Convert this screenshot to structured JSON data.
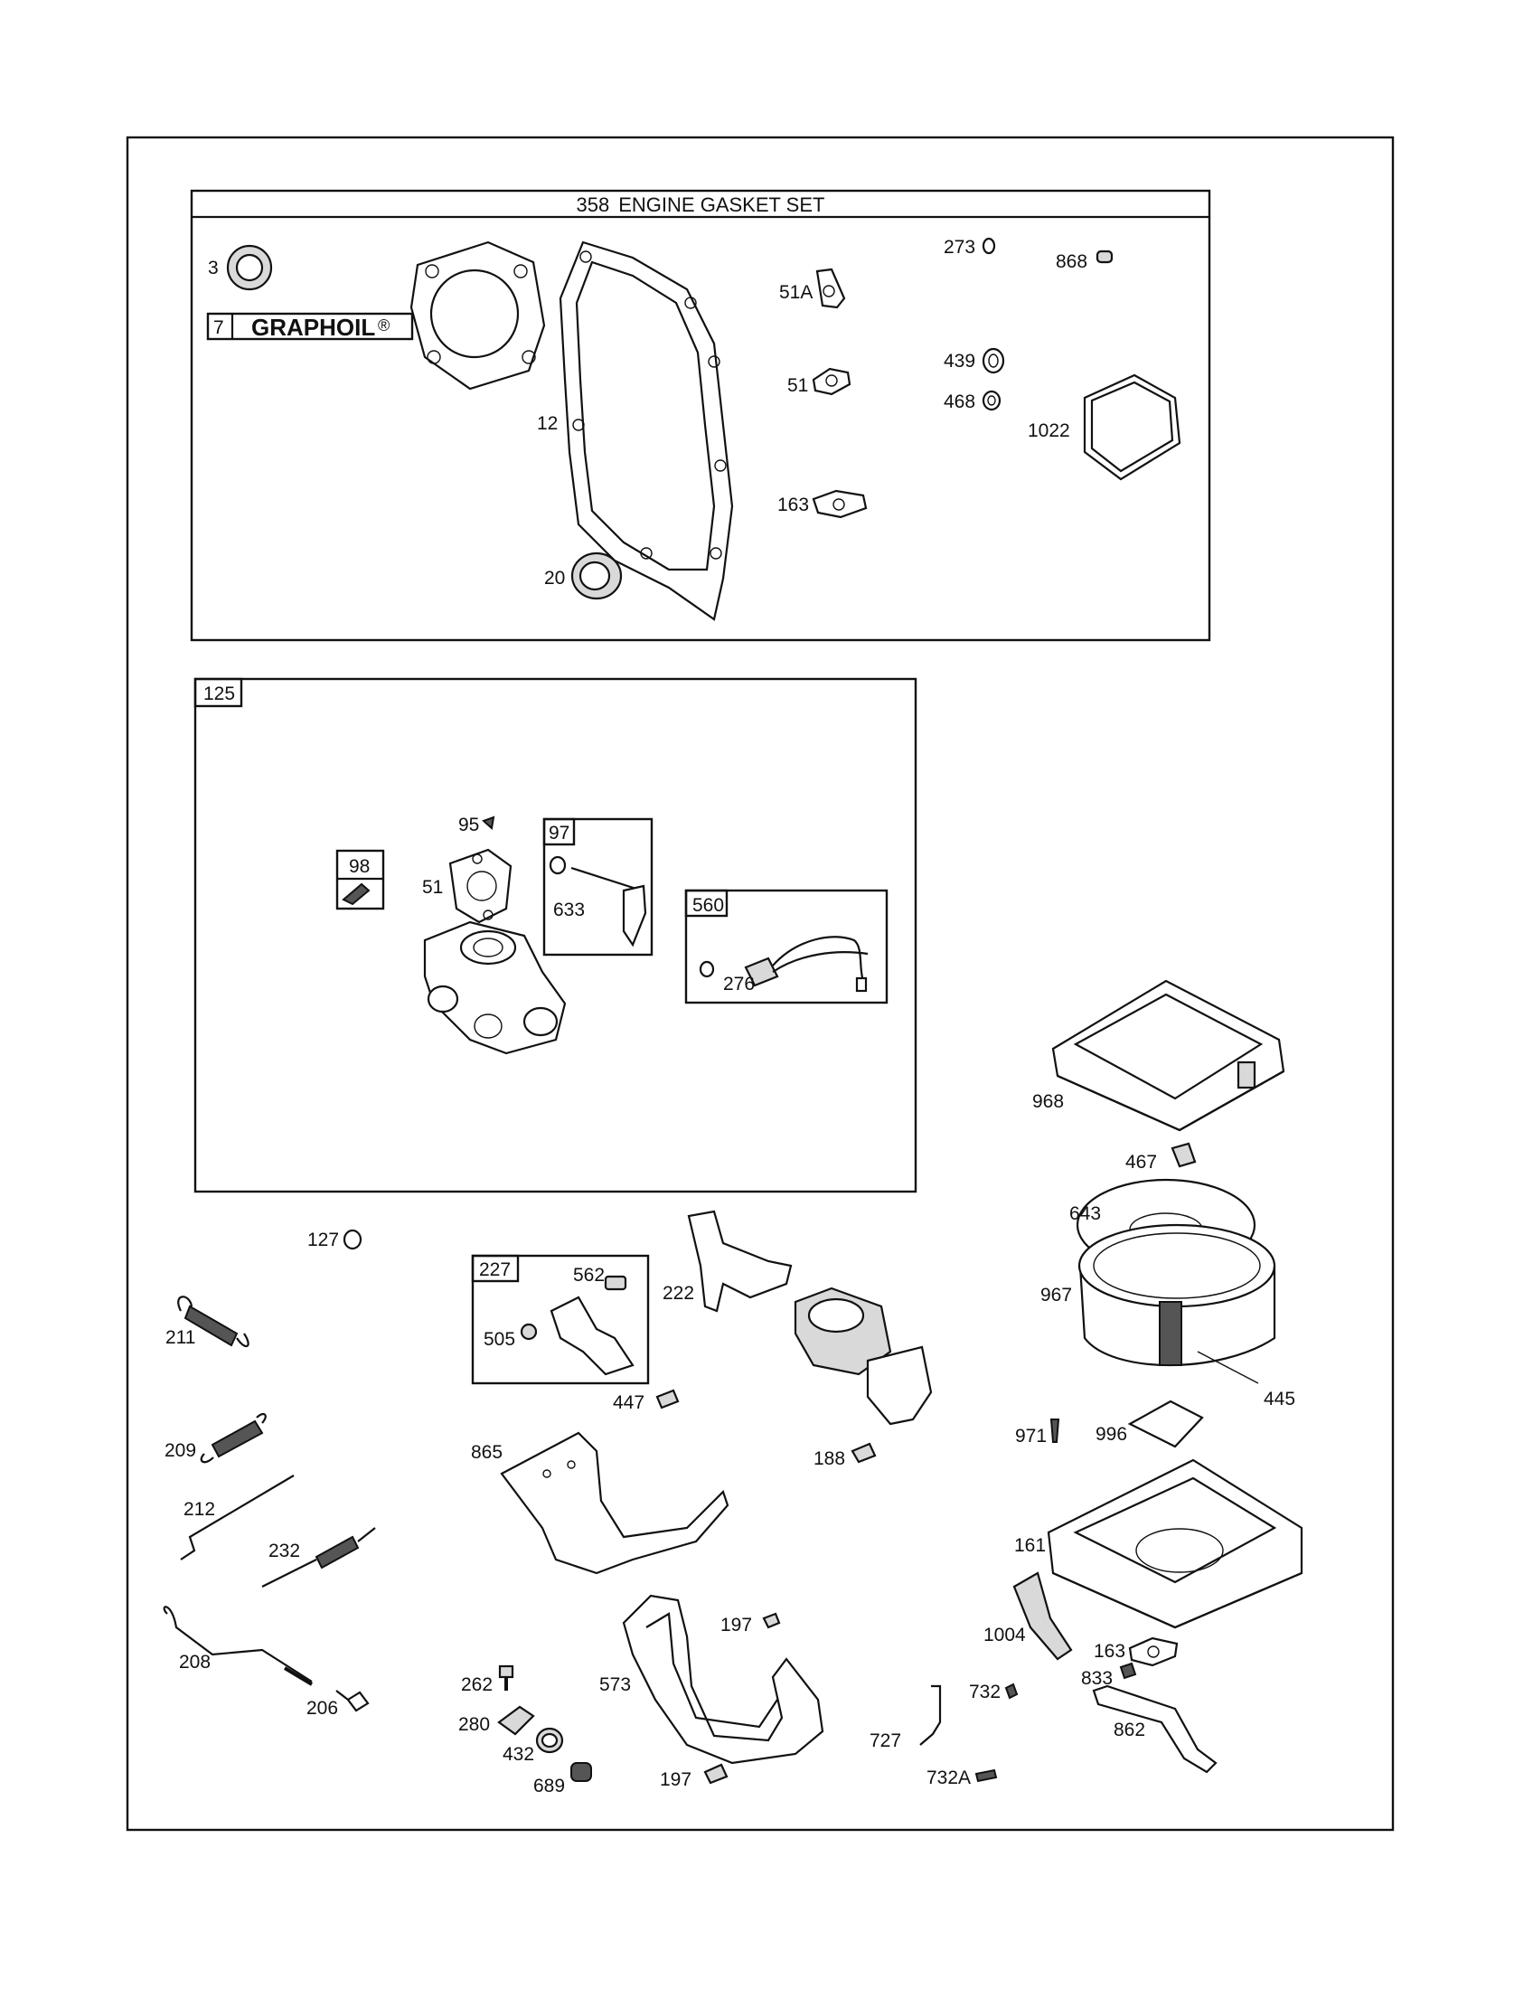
{
  "gasket_set": {
    "number": "358",
    "title": "ENGINE GASKET SET"
  },
  "graphoil": {
    "number": "7",
    "text": "GRAPHOIL",
    "mark": "®"
  },
  "kits": {
    "carb": "125",
    "k98": "98",
    "k97": "97",
    "k560": "560",
    "k227": "227"
  },
  "labels": {
    "p3": "3",
    "p12": "12",
    "p20": "20",
    "p51A": "51A",
    "p51_top": "51",
    "p163_top": "163",
    "p273": "273",
    "p868": "868",
    "p439": "439",
    "p468": "468",
    "p1022": "1022",
    "p95": "95",
    "p51_carb": "51",
    "p633": "633",
    "p276": "276",
    "p968": "968",
    "p467": "467",
    "p643": "643",
    "p967": "967",
    "p445": "445",
    "p971": "971",
    "p996": "996",
    "p161": "161",
    "p1004": "1004",
    "p163_bot": "163",
    "p833": "833",
    "p862": "862",
    "p127": "127",
    "p211": "211",
    "p209": "209",
    "p212": "212",
    "p232": "232",
    "p208": "208",
    "p206": "206",
    "p562": "562",
    "p505": "505",
    "p447": "447",
    "p222": "222",
    "p188": "188",
    "p865": "865",
    "p197_top": "197",
    "p197_bot": "197",
    "p573": "573",
    "p262": "262",
    "p280": "280",
    "p432": "432",
    "p689": "689",
    "p727": "727",
    "p732": "732",
    "p732A": "732A"
  }
}
